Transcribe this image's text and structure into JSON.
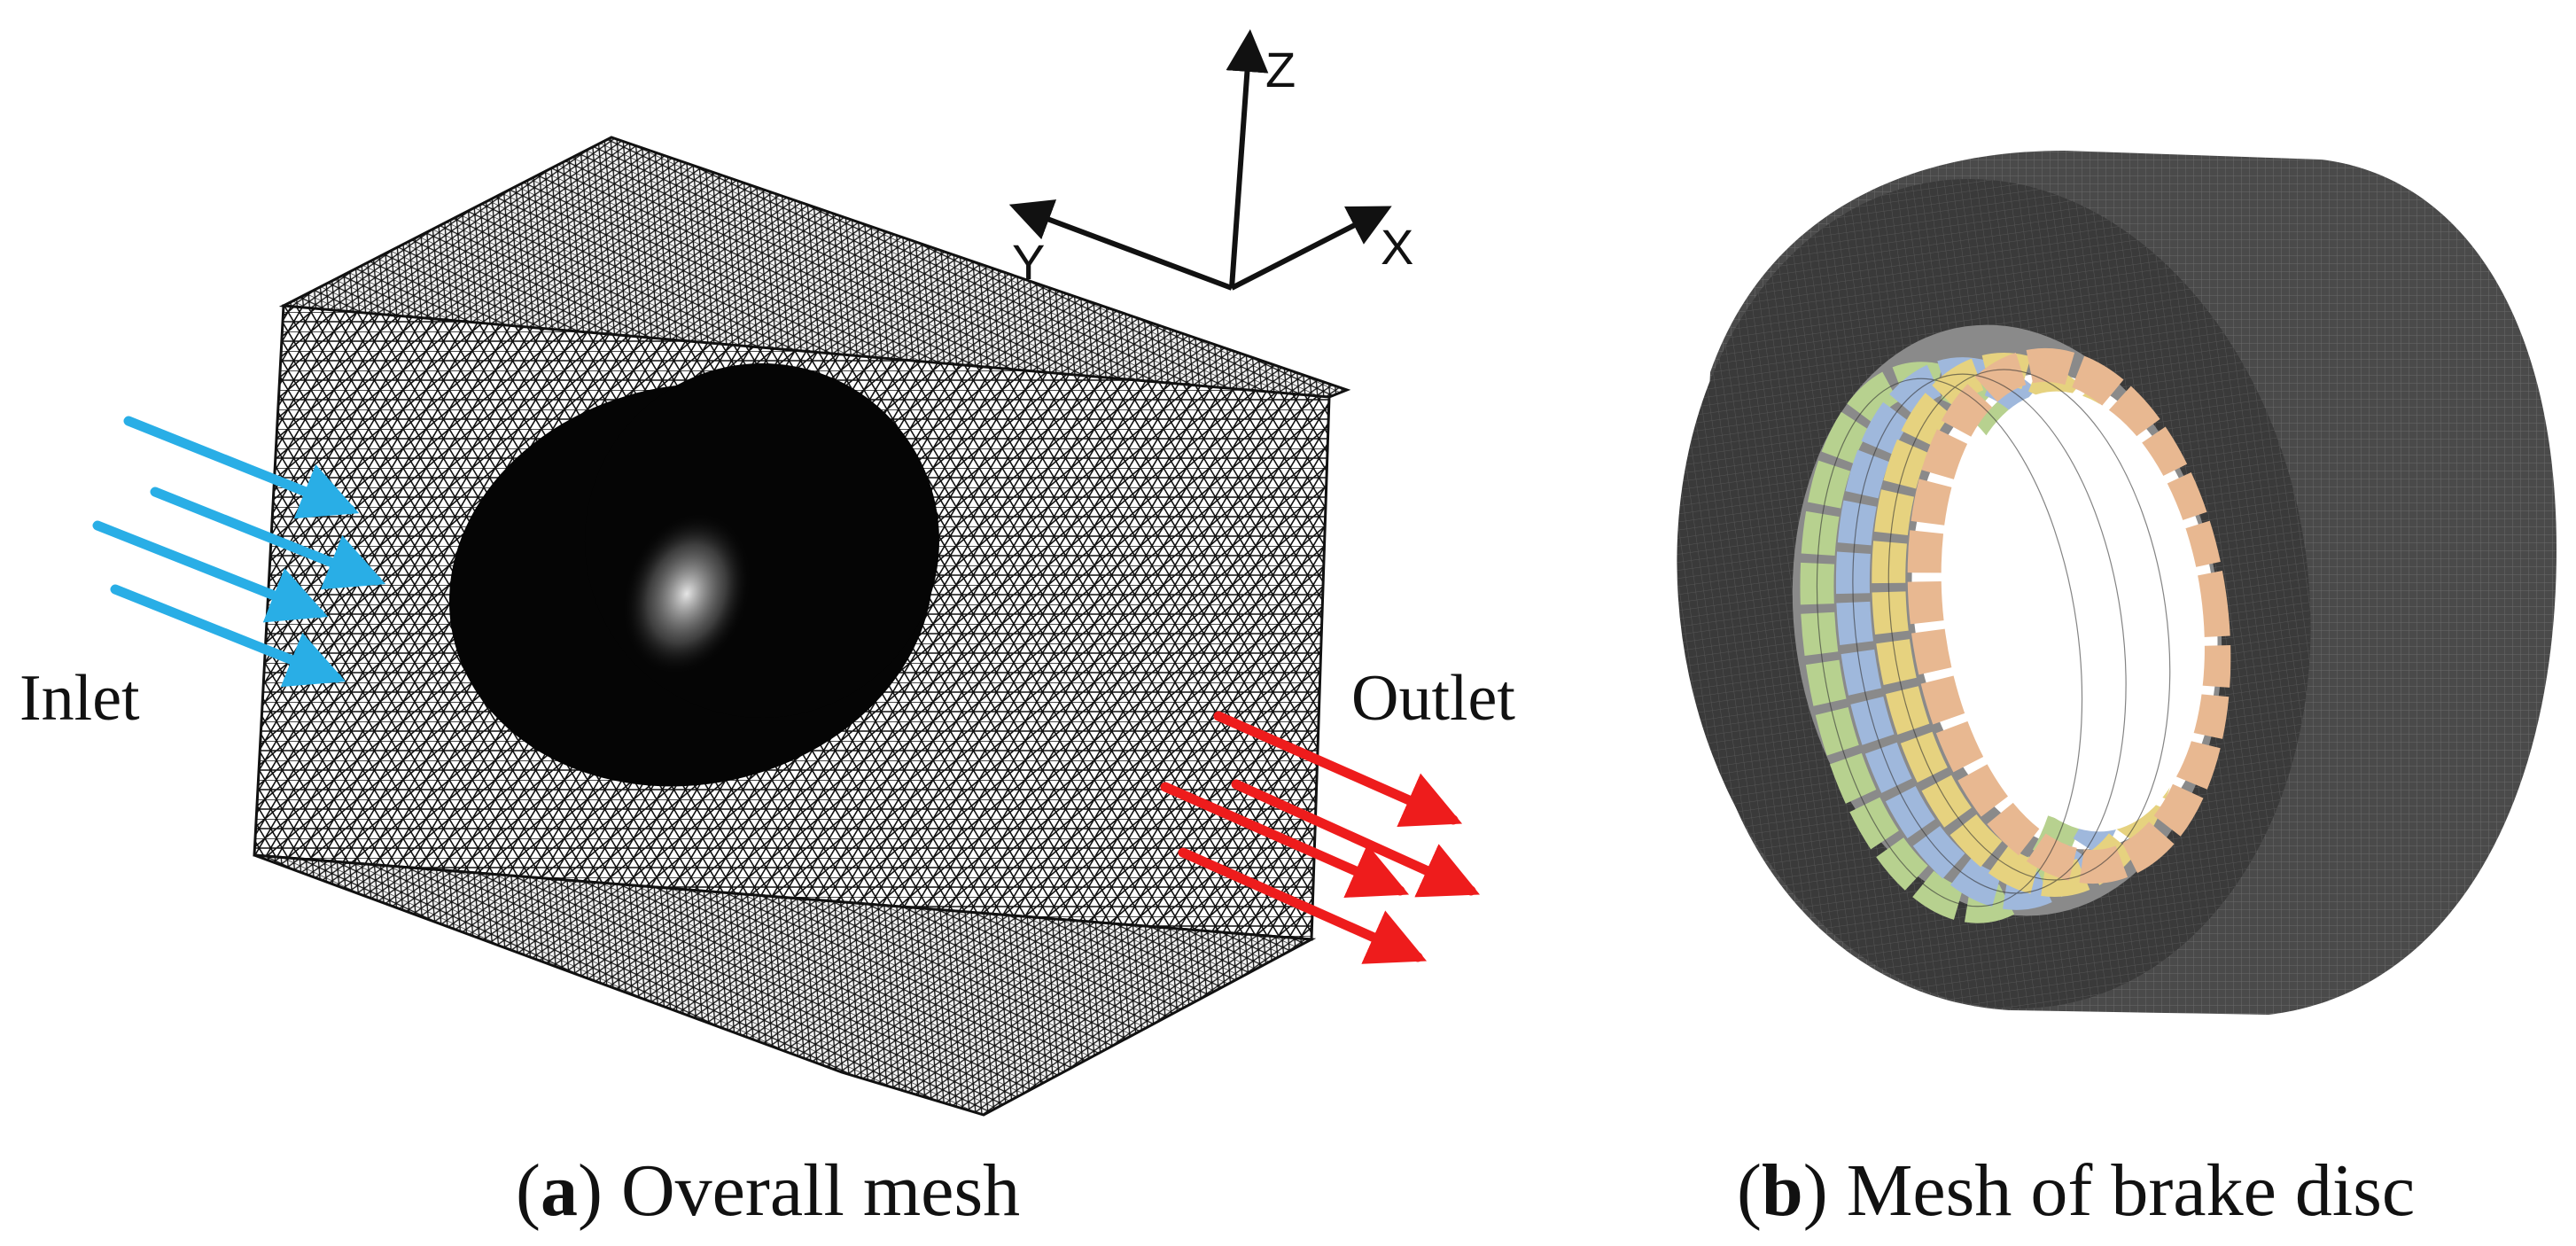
{
  "panel_a": {
    "inlet_label": "Inlet",
    "outlet_label": "Outlet",
    "axes": {
      "z": "Z",
      "y": "Y",
      "x": "X"
    },
    "caption_letter": "a",
    "caption_text": " Overall mesh",
    "inlet_arrow_color": "#29aee6",
    "outlet_arrow_color": "#ee1c1c"
  },
  "panel_b": {
    "caption_letter": "b",
    "caption_text": " Mesh of brake disc",
    "pad_colors": [
      "#b7d18f",
      "#9fb8dc",
      "#e6d27f",
      "#e8b891"
    ]
  }
}
